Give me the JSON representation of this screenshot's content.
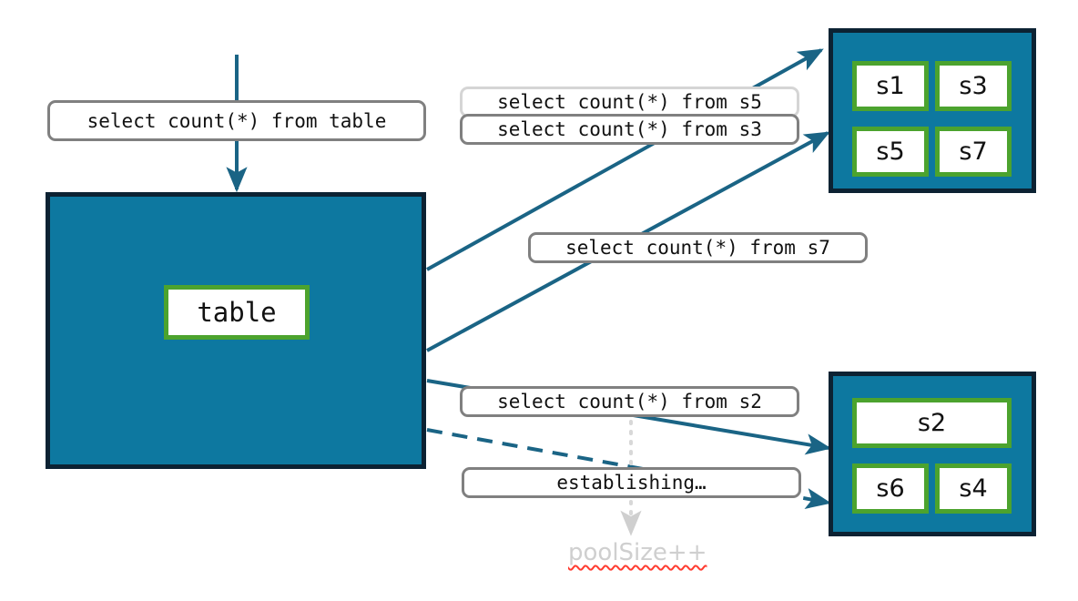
{
  "diagram": {
    "title": "connection-pool-query-routing",
    "colors": {
      "group_fill": "#0d78a0",
      "group_border": "#0c2233",
      "node_border": "#4ca32e",
      "node_fill": "#ffffff",
      "edge": "#1a6485",
      "pill_border": "#808080",
      "pill_border_faint": "#d5d5d5",
      "pool_note_text": "#cfcfcf",
      "spellcheck_underline": "#ff3b30",
      "background": "#ffffff"
    }
  },
  "source": {
    "query_label": "select count(*) from table",
    "table_node": "table"
  },
  "pills": [
    {
      "id": "pill-table",
      "text": "select count(*) from table",
      "variant": "normal"
    },
    {
      "id": "pill-s5",
      "text": "select count(*) from s5",
      "variant": "faint"
    },
    {
      "id": "pill-s3",
      "text": "select count(*) from s3",
      "variant": "normal"
    },
    {
      "id": "pill-s7",
      "text": "select count(*) from s7",
      "variant": "normal"
    },
    {
      "id": "pill-s2",
      "text": "select count(*) from s2",
      "variant": "normal"
    },
    {
      "id": "pill-establishing",
      "text": "establishing…",
      "variant": "normal"
    }
  ],
  "groups": [
    {
      "id": "pool-top",
      "nodes": [
        {
          "id": "s1",
          "label": "s1"
        },
        {
          "id": "s3",
          "label": "s3"
        },
        {
          "id": "s5",
          "label": "s5"
        },
        {
          "id": "s7",
          "label": "s7"
        }
      ]
    },
    {
      "id": "pool-bottom",
      "nodes": [
        {
          "id": "s2",
          "label": "s2"
        },
        {
          "id": "s6",
          "label": "s6"
        },
        {
          "id": "s4",
          "label": "s4"
        }
      ]
    }
  ],
  "annotations": {
    "pool_size": "poolSize++"
  }
}
